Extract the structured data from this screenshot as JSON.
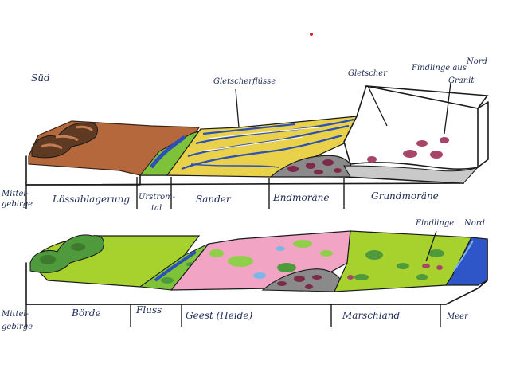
{
  "top_block": {
    "direction_south": "Süd",
    "direction_north": "Nord",
    "label_meltwater": "Gletscherflüsse",
    "label_glacier": "Gletscher",
    "label_erratics_line1": "Findlinge aus",
    "label_erratics_line2": "Granit",
    "bottom_labels": {
      "mittelgebirge_1": "Mittel-",
      "mittelgebirge_2": "gebirge",
      "loess": "Lössablagerung",
      "urstromtal_1": "Urstrom-",
      "urstromtal_2": "tal",
      "sander": "Sander",
      "endmoraene": "Endmoräne",
      "grundmoraene": "Grundmoräne"
    }
  },
  "bottom_block": {
    "label_erratics": "Findlinge",
    "direction_north": "Nord",
    "bottom_labels": {
      "mittelgebirge_1": "Mittel-",
      "mittelgebirge_2": "gebirge",
      "boerde": "Börde",
      "fluss": "Fluss",
      "geest": "Geest (Heide)",
      "marschland": "Marschland",
      "meer": "Meer"
    }
  },
  "colors": {
    "loess": "#b5683b",
    "loess_dark": "#5e3a22",
    "sander_yellow": "#e9d24a",
    "meltwater_blue": "#2d4fb8",
    "moraine_grey": "#8a8a8a",
    "erratic_purple": "#7d2a4a",
    "fertile_green": "#a7d12d",
    "dark_green": "#4f9a3c",
    "heath_pink": "#f2a4c4",
    "sea_blue": "#2f56c8",
    "valley_green": "#7ec23a",
    "red_dot": "#e01e2e"
  }
}
